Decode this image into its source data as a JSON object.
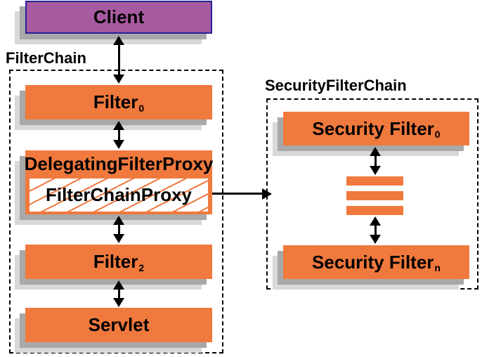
{
  "client": {
    "label": "Client"
  },
  "filter_chain": {
    "title": "FilterChain",
    "filter0": {
      "label": "Filter",
      "sub": "0"
    },
    "delegating_filter_proxy": {
      "label": "DelegatingFilterProxy"
    },
    "filter_chain_proxy": {
      "label": "FilterChainProxy"
    },
    "filter2": {
      "label": "Filter",
      "sub": "2"
    },
    "servlet": {
      "label": "Servlet"
    }
  },
  "security_filter_chain": {
    "title": "SecurityFilterChain",
    "security_filter0": {
      "label": "Security Filter",
      "sub": "0"
    },
    "security_filtern": {
      "label": "Security Filter",
      "sub": "n"
    }
  },
  "colors": {
    "box_orange": "#F0793D",
    "client_purple": "#A85AA0",
    "client_border_navy": "#222299",
    "shadow_dark": "#A8A8A8",
    "shadow_light": "#D8D8D8",
    "hatch_line_orange": "#F0793D",
    "arrow_black": "#000000",
    "dashed_border_black": "#000000",
    "text_black": "#000000"
  }
}
